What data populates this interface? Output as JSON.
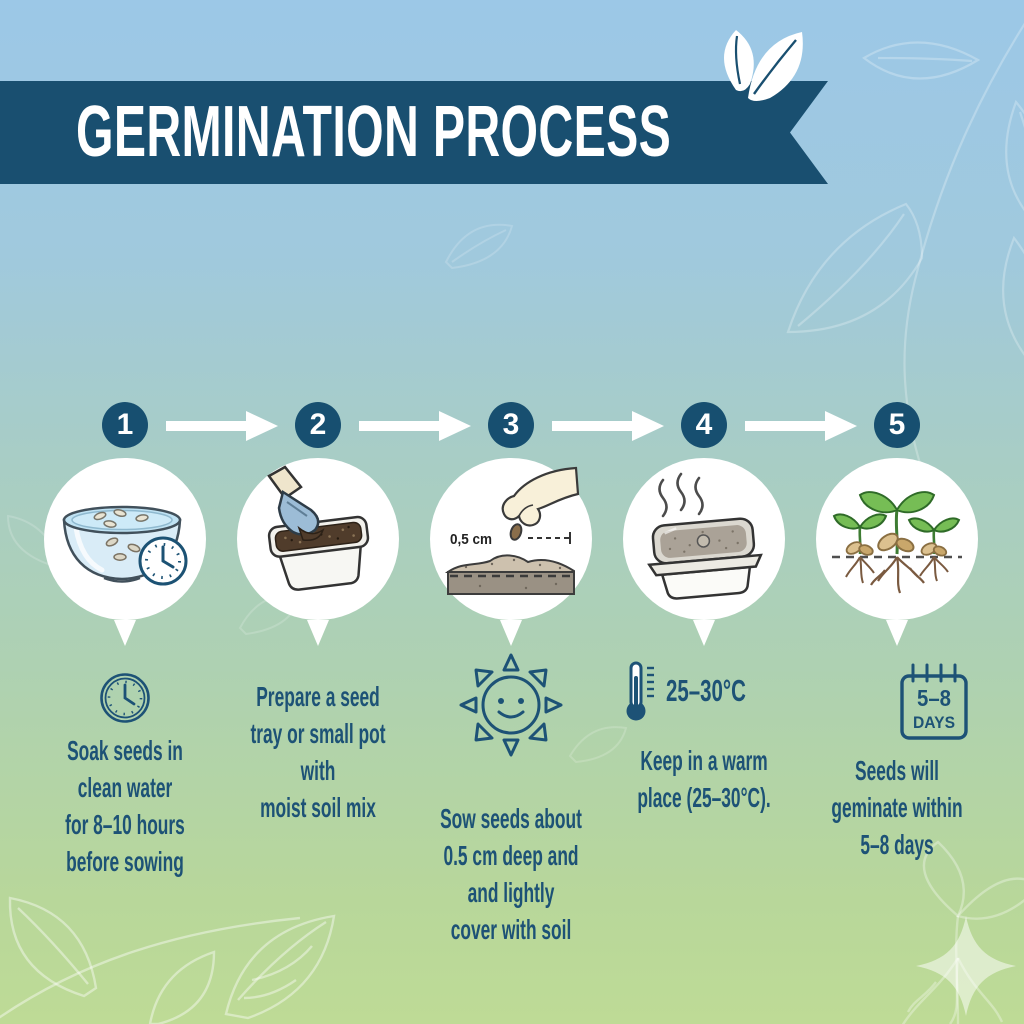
{
  "title": "GERMINATION PROCESS",
  "colors": {
    "banner": "#194f70",
    "step_badge": "#174f70",
    "step_text": "#1d5276",
    "arrow": "#ffffff",
    "background_top": "#9cc8e7",
    "background_bottom": "#bedb96"
  },
  "steps": [
    {
      "number": "1",
      "illustration": "seeds-soaking-in-water-bowl",
      "detail_icon": "clock",
      "description": "Soak seeds in\nclean water\nfor 8–10 hours\nbefore sowing"
    },
    {
      "number": "2",
      "illustration": "seed-tray-with-trowel",
      "description": "Prepare a seed\ntray or small pot with\nmoist soil mix"
    },
    {
      "number": "3",
      "illustration": "hand-sowing-seed",
      "depth_label": "0,5 cm",
      "detail_icon": "smiling-sun",
      "description": "Sow seeds about\n0.5 cm deep and\nand lightly\ncover with soil"
    },
    {
      "number": "4",
      "illustration": "covered-tray-in-warm-place",
      "detail_icon": "thermometer",
      "temperature": "25–30°C",
      "description": "Keep in a warm\nplace (25–30°C)."
    },
    {
      "number": "5",
      "illustration": "germinated-seedlings",
      "detail_icon": "calendar",
      "calendar_top": "5–8",
      "calendar_bottom": "DAYS",
      "description": "Seeds will\ngeminate within\n5–8 days"
    }
  ]
}
